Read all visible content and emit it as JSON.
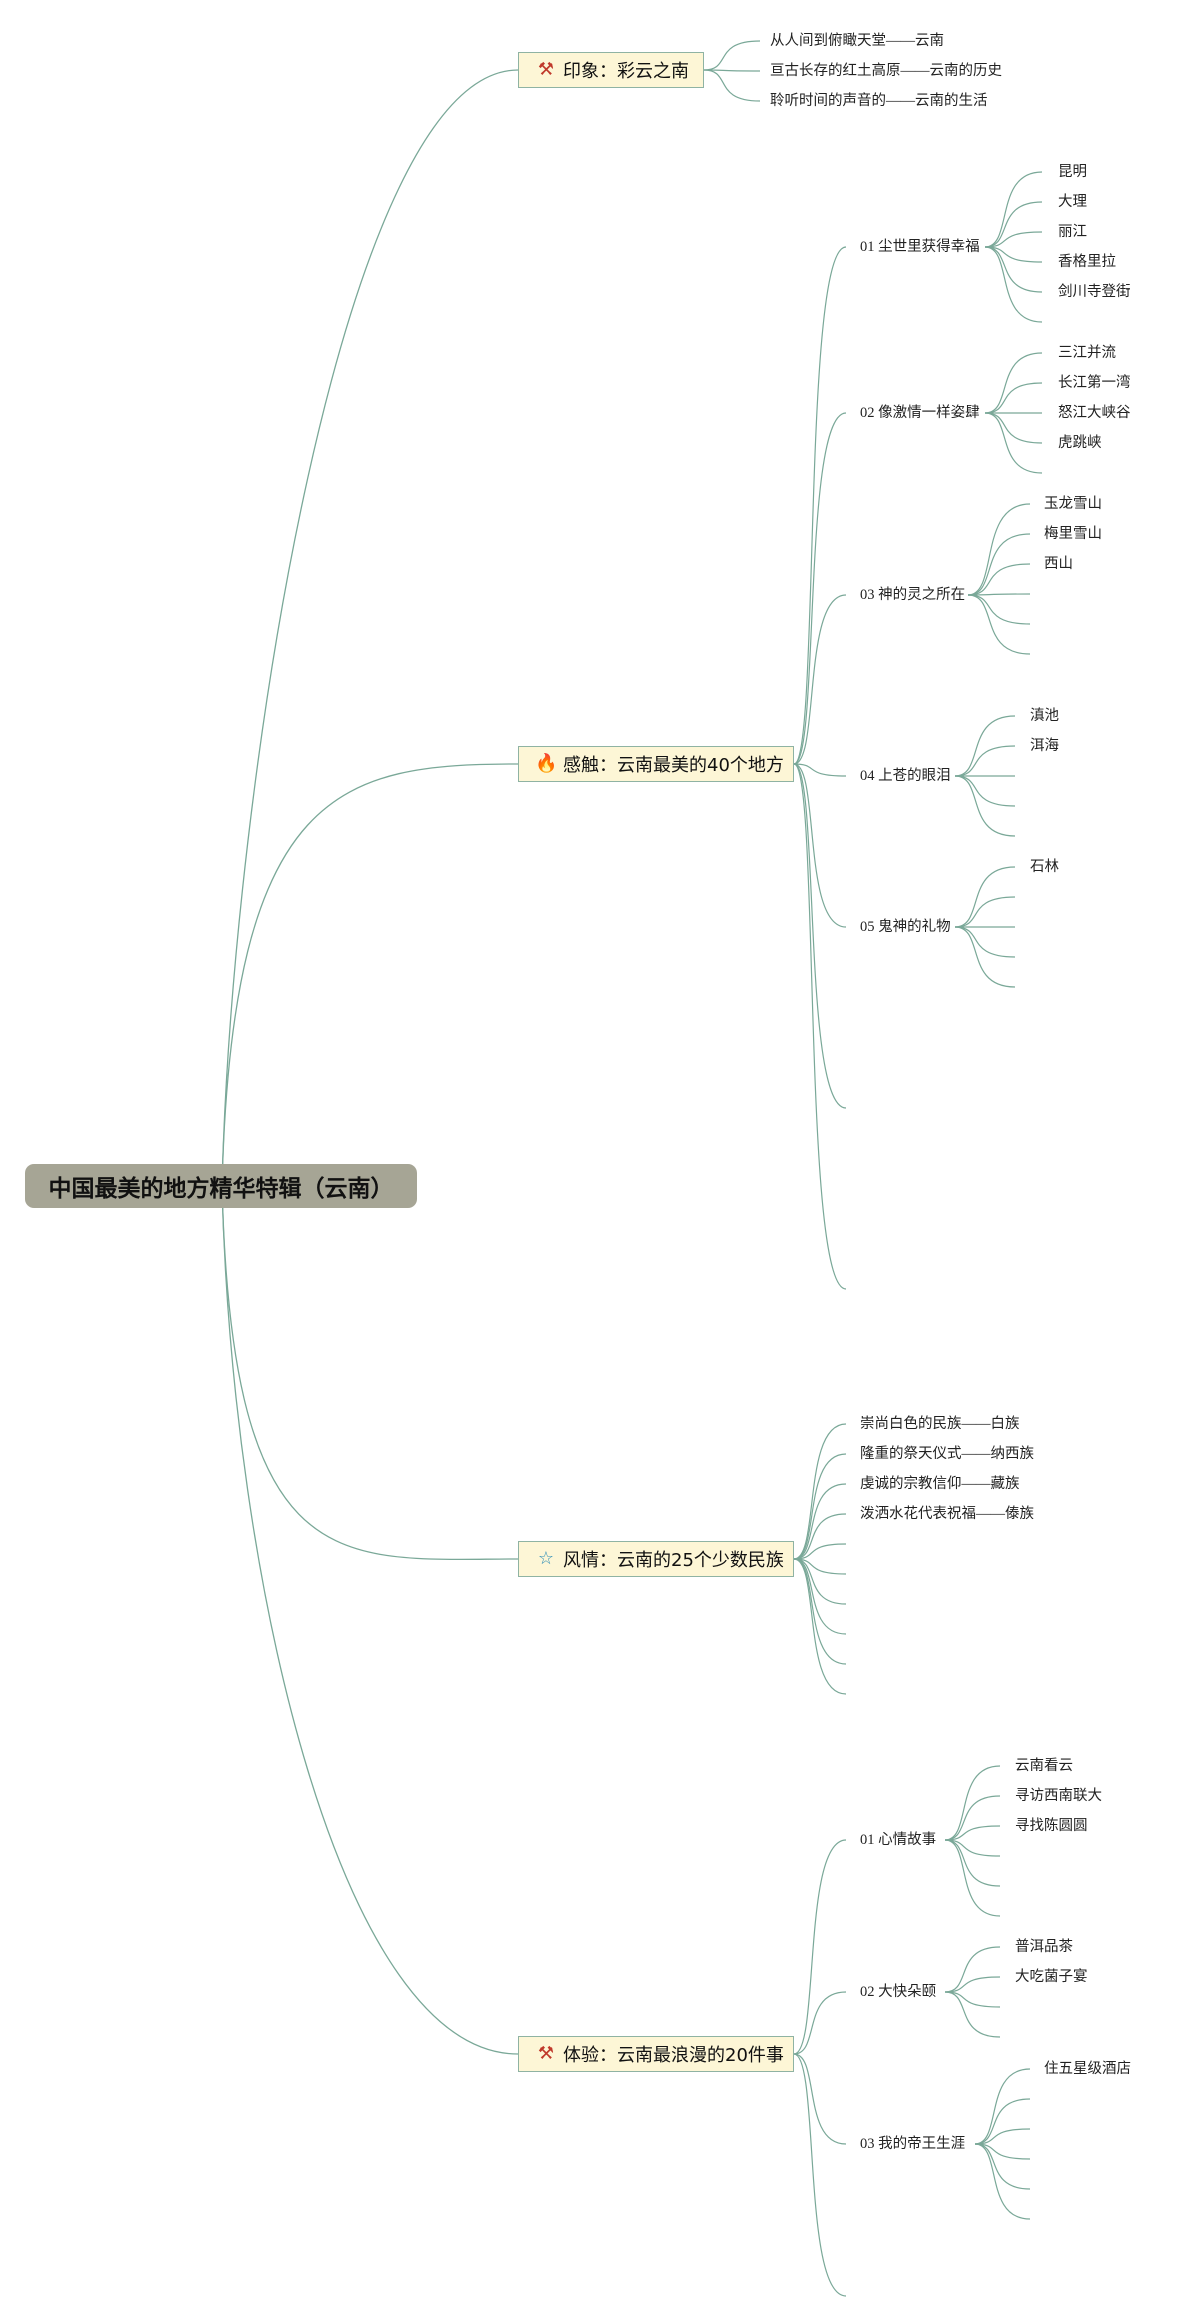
{
  "root": {
    "label": "中国最美的地方精华特辑（云南）"
  },
  "branches": [
    {
      "label": "印象：彩云之南",
      "icon": "wand-icon",
      "icon_color": "#c0392b",
      "items": [
        "从人间到俯瞰天堂——云南",
        "亘古长存的红土高原——云南的历史",
        "聆听时间的声音的——云南的生活"
      ]
    },
    {
      "label": "感触：云南最美的40个地方",
      "icon": "fire-icon",
      "icon_color": "#e74c3c",
      "subs": [
        {
          "label": "01 尘世里获得幸福",
          "items": [
            "昆明",
            "大理",
            "丽江",
            "香格里拉",
            "剑川寺登街"
          ]
        },
        {
          "label": "02 像激情一样姿肆",
          "items": [
            "三江并流",
            "长江第一湾",
            "怒江大峡谷",
            "虎跳峡"
          ]
        },
        {
          "label": "03 神的灵之所在",
          "items": [
            "玉龙雪山",
            "梅里雪山",
            "西山"
          ]
        },
        {
          "label": "04 上苍的眼泪",
          "items": [
            "滇池",
            "洱海"
          ]
        },
        {
          "label": "05 鬼神的礼物",
          "items": [
            "石林"
          ]
        }
      ]
    },
    {
      "label": "风情：云南的25个少数民族",
      "icon": "star-icon",
      "icon_color": "#2e8fb8",
      "items": [
        "崇尚白色的民族——白族",
        "隆重的祭天仪式——纳西族",
        "虔诚的宗教信仰——藏族",
        "泼洒水花代表祝福——傣族"
      ]
    },
    {
      "label": "体验：云南最浪漫的20件事",
      "icon": "wand-icon",
      "icon_color": "#c0392b",
      "subs": [
        {
          "label": "01 心情故事",
          "items": [
            "云南看云",
            "寻访西南联大",
            "寻找陈圆圆"
          ]
        },
        {
          "label": "02 大快朵颐",
          "items": [
            "普洱品茶",
            "大吃菌子宴"
          ]
        },
        {
          "label": "03 我的帝王生涯",
          "items": [
            "住五星级酒店"
          ]
        }
      ]
    }
  ],
  "colors": {
    "line": "#7aa898",
    "root_bg": "#a6a595",
    "topic_bg": "#fdf6d6",
    "topic_border": "#8fb3a3"
  }
}
